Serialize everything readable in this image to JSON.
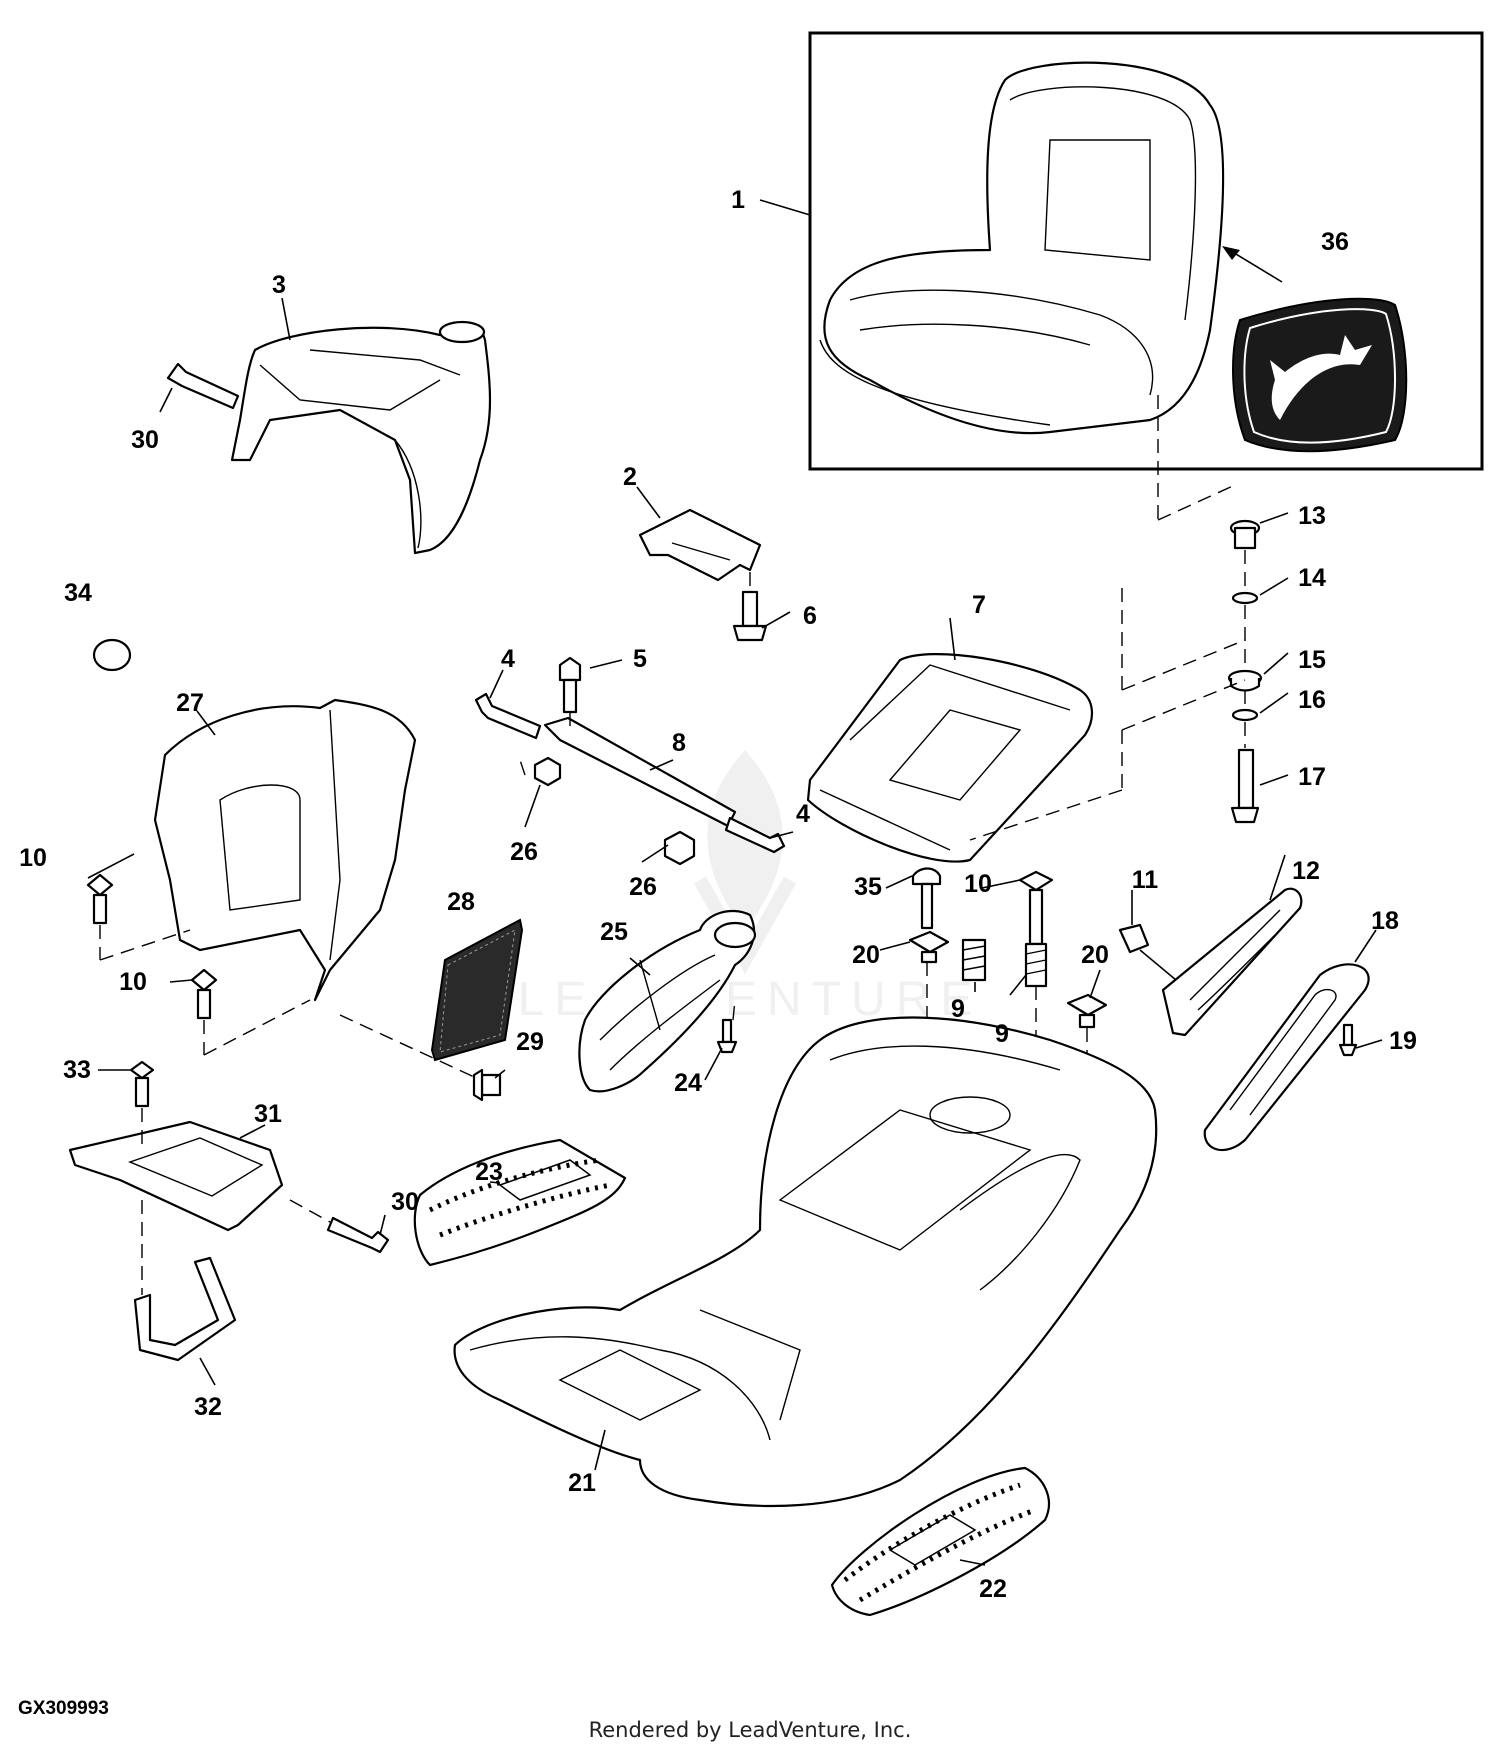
{
  "figure_id": "GX309993",
  "render_credit": "Rendered by LeadVenture, Inc.",
  "watermark": "LEADVENTURE",
  "callouts": [
    {
      "id": "1",
      "text": "1"
    },
    {
      "id": "2",
      "text": "2"
    },
    {
      "id": "3",
      "text": "3"
    },
    {
      "id": "4a",
      "text": "4"
    },
    {
      "id": "4b",
      "text": "4"
    },
    {
      "id": "5",
      "text": "5"
    },
    {
      "id": "6",
      "text": "6"
    },
    {
      "id": "7",
      "text": "7"
    },
    {
      "id": "8",
      "text": "8"
    },
    {
      "id": "9a",
      "text": "9"
    },
    {
      "id": "9b",
      "text": "9"
    },
    {
      "id": "10a",
      "text": "10"
    },
    {
      "id": "10b",
      "text": "10"
    },
    {
      "id": "10c",
      "text": "10"
    },
    {
      "id": "11",
      "text": "11"
    },
    {
      "id": "12",
      "text": "12"
    },
    {
      "id": "13",
      "text": "13"
    },
    {
      "id": "14",
      "text": "14"
    },
    {
      "id": "15",
      "text": "15"
    },
    {
      "id": "16",
      "text": "16"
    },
    {
      "id": "17",
      "text": "17"
    },
    {
      "id": "18",
      "text": "18"
    },
    {
      "id": "19",
      "text": "19"
    },
    {
      "id": "20a",
      "text": "20"
    },
    {
      "id": "20b",
      "text": "20"
    },
    {
      "id": "21",
      "text": "21"
    },
    {
      "id": "22",
      "text": "22"
    },
    {
      "id": "23",
      "text": "23"
    },
    {
      "id": "24",
      "text": "24"
    },
    {
      "id": "25",
      "text": "25"
    },
    {
      "id": "26a",
      "text": "26"
    },
    {
      "id": "26b",
      "text": "26"
    },
    {
      "id": "27",
      "text": "27"
    },
    {
      "id": "28",
      "text": "28"
    },
    {
      "id": "29",
      "text": "29"
    },
    {
      "id": "30a",
      "text": "30"
    },
    {
      "id": "30b",
      "text": "30"
    },
    {
      "id": "31",
      "text": "31"
    },
    {
      "id": "32",
      "text": "32"
    },
    {
      "id": "33",
      "text": "33"
    },
    {
      "id": "34",
      "text": "34"
    },
    {
      "id": "35",
      "text": "35"
    },
    {
      "id": "36",
      "text": "36"
    }
  ]
}
